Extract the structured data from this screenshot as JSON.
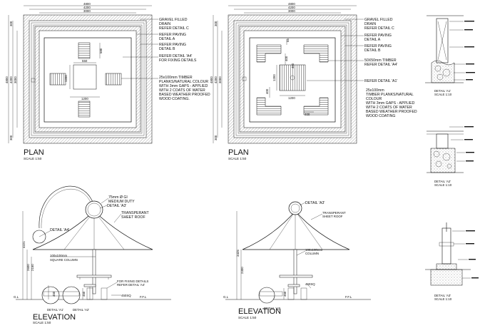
{
  "plan_left": {
    "dims_top": [
      "4800",
      "4200",
      "3000"
    ],
    "dims_side": [
      "300",
      "300",
      "4800",
      "4200",
      "3000",
      "300",
      "300"
    ],
    "inner_dims": [
      "550",
      "1200",
      "580",
      "1200"
    ],
    "notes": [
      "GRAVEL FILLED",
      "DRAIN",
      "REFER DETAIL C",
      "REFER PAVING",
      "DETAIL A",
      "REFER PAVING",
      "DETAIL B",
      "REFER DETAIL 'A4'",
      "FOR FIXING DETAILS",
      "25x100mm TIMBER",
      "PLANKS/NATURAL COLOUR",
      "WITH 3mm GAPS - APPLIED",
      "WITH 2 COATS OF WATER",
      "BASED WEATHER PROOFED",
      "WOOD COATING."
    ],
    "title": "PLAN",
    "scale": "SCALE 1:50"
  },
  "plan_right": {
    "dims_top": [
      "4800",
      "4200",
      "3000"
    ],
    "dims_side": [
      "300",
      "300",
      "4800",
      "4200",
      "3000",
      "300",
      "300"
    ],
    "inner_dims": [
      "55",
      "400",
      "1200",
      "400",
      "1200",
      "400",
      "400"
    ],
    "notes": [
      "GRAVEL FILLED",
      "DRAIN",
      "REFER DETAIL C",
      "REFER PAVING",
      "DETAIL A",
      "REFER PAVING",
      "DETAIL B",
      "50X50mm TIMBER",
      "REFER DETAIL 'A4'",
      "REFER DETAIL 'A1'",
      "25x100mm",
      "TIMBER PLANKS/NATURAL",
      "COLOUR",
      "WITH 3mm GAPS - APPLIED",
      "WITH 2 COATS OF WATER",
      "BASED WEATHER PROOFED",
      "WOOD COATING"
    ],
    "title": "PLAN",
    "scale": "SCALE 1:50"
  },
  "elev_left": {
    "notes": [
      "75mm Ø GI",
      "MEDIUM DUTY",
      "DETAIL 'A3'",
      "TRANSPERANT",
      "SHEET ROOF",
      "DETAIL 'A4'",
      "100x100mm",
      "SQUARE COLUMN",
      "FOR FIXING DETAILS",
      "REFER DETAIL 'A4'"
    ],
    "dims": [
      "4221",
      "2600",
      "2150",
      "450",
      "450"
    ],
    "labels": [
      "G.L",
      "F.F.L",
      "DETAIL 'A1'",
      "DETAIL 'A2'",
      "450SQ"
    ],
    "title": "ELEVATION",
    "scale": "SCALE 1:50"
  },
  "elev_right": {
    "notes": [
      "DETAIL 'A3'",
      "TRANSPERANT",
      "SHEET ROOF",
      "100x100mm",
      "COLUMN"
    ],
    "dims": [
      "3425",
      "2300",
      "450"
    ],
    "labels": [
      "G.L",
      "F.F.L",
      "DETAIL 'A2'",
      "450SQ"
    ],
    "title": "ELEVATION",
    "scale": "SCALE 1:50"
  },
  "details": {
    "d1_label": "DETAIL 'A1'",
    "d1_scale": "SCALE 1:10",
    "d2_label": "DETAIL 'A2'",
    "d2_scale": "SCALE 1:10",
    "d3_label": "DETAIL 'A3'",
    "d3_scale": "SCALE 1:10"
  }
}
